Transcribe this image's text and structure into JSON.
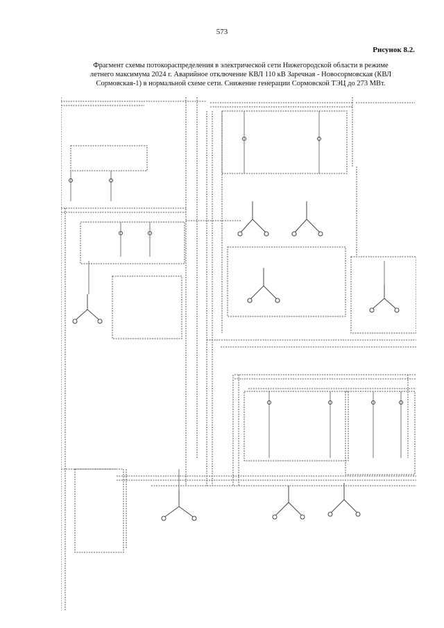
{
  "page": {
    "number": "573",
    "figure_label": "Рисунок 8.2."
  },
  "caption": {
    "lines": [
      "Фрагмент схемы потокораспределения в электрической сети Нижегородской области в режиме",
      "летнего максимума 2024 г. Аварийное отключение КВЛ 110 кВ Заречная - Новосормовская (КВЛ",
      "Сормовская-1) в нормальной схеме сети. Снижение генерации Сормовской ТЭЦ до 273 МВт."
    ]
  },
  "diagram": {
    "description": "power-flow-schematic",
    "colors": {
      "line": "#555555",
      "heavy": "#333333"
    }
  }
}
